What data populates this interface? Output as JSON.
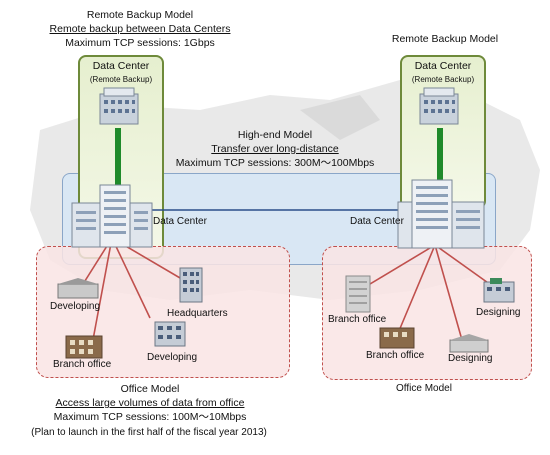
{
  "left_backup": {
    "title": "Remote Backup Model",
    "subtitle": "Remote backup between Data Centers",
    "sessions": "Maximum TCP sessions: 1Gbps",
    "box_title": "Data Center",
    "box_sub": "(Remote Backup)"
  },
  "right_backup": {
    "title": "Remote Backup Model",
    "box_title": "Data Center",
    "box_sub": "(Remote Backup)"
  },
  "highend": {
    "title": "High-end Model",
    "subtitle": "Transfer  over long-distance",
    "sessions": "Maximum TCP sessions: 300M〜100Mbps"
  },
  "datacenter_left": "Data Center",
  "datacenter_right": "Data Center",
  "left_office": {
    "nodes": [
      "Developing",
      "Headquarters",
      "Branch office",
      "Developing"
    ]
  },
  "right_office": {
    "nodes": [
      "Branch office",
      "Designing",
      "Branch office",
      "Designing"
    ],
    "caption": "Office Model"
  },
  "office_model": {
    "title": "Office Model",
    "subtitle": "Access large volumes of data from office",
    "sessions": "Maximum TCP sessions: 100M〜10Mbps",
    "plan": "(Plan to launch in the first half of the fiscal year 2013)"
  },
  "colors": {
    "backup_green": "#6e8a3a",
    "link_green": "#1f8a2a",
    "office_red": "#c0504d",
    "highend_blue": "#8aa6c8"
  }
}
